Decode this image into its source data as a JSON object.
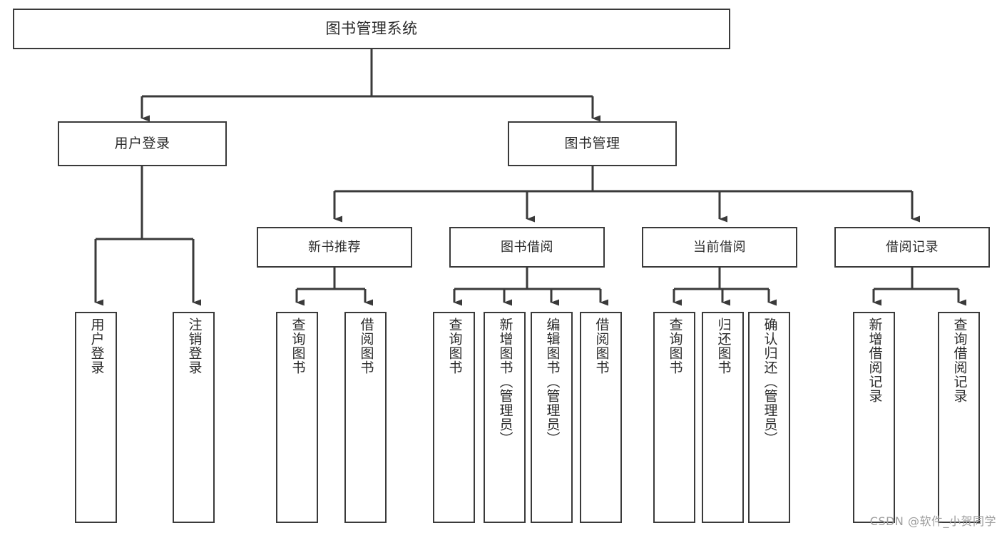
{
  "diagram": {
    "title": "图书管理系统",
    "type": "tree-hierarchy",
    "watermark": "CSDN @软件_小贺同学",
    "colors": {
      "box_border": "#3a3a3a",
      "box_fill": "#ffffff",
      "text": "#2b2b2b",
      "connector": "#3a3a3a",
      "watermark": "#9d9d9d"
    },
    "root": {
      "label": "图书管理系统"
    },
    "level1": [
      {
        "id": "user-login",
        "label": "用户登录"
      },
      {
        "id": "book-manage",
        "label": "图书管理"
      }
    ],
    "level2": [
      {
        "id": "new-book-rec",
        "label": "新书推荐",
        "parent": "book-manage"
      },
      {
        "id": "book-borrow",
        "label": "图书借阅",
        "parent": "book-manage"
      },
      {
        "id": "current-borrow",
        "label": "当前借阅",
        "parent": "book-manage"
      },
      {
        "id": "borrow-record",
        "label": "借阅记录",
        "parent": "book-manage"
      }
    ],
    "leaves": [
      {
        "id": "leaf-user-login",
        "label": "用户登录",
        "parent": "user-login"
      },
      {
        "id": "leaf-user-logout",
        "label": "注销登录",
        "parent": "user-login"
      },
      {
        "id": "leaf-rec-query",
        "label": "查询图书",
        "parent": "new-book-rec"
      },
      {
        "id": "leaf-rec-borrow",
        "label": "借阅图书",
        "parent": "new-book-rec"
      },
      {
        "id": "leaf-borrow-query",
        "label": "查询图书",
        "parent": "book-borrow"
      },
      {
        "id": "leaf-borrow-add",
        "label": "新增图书（管理员）",
        "parent": "book-borrow"
      },
      {
        "id": "leaf-borrow-edit",
        "label": "编辑图书（管理员）",
        "parent": "book-borrow"
      },
      {
        "id": "leaf-borrow-do",
        "label": "借阅图书",
        "parent": "book-borrow"
      },
      {
        "id": "leaf-cur-query",
        "label": "查询图书",
        "parent": "current-borrow"
      },
      {
        "id": "leaf-cur-return",
        "label": "归还图书",
        "parent": "current-borrow"
      },
      {
        "id": "leaf-cur-confirm",
        "label": "确认归还（管理员）",
        "parent": "current-borrow"
      },
      {
        "id": "leaf-rec-add",
        "label": "新增借阅记录",
        "parent": "borrow-record"
      },
      {
        "id": "leaf-rec-query2",
        "label": "查询借阅记录",
        "parent": "borrow-record"
      }
    ]
  }
}
